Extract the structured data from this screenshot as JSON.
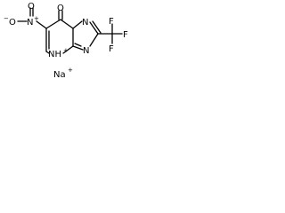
{
  "structure": {
    "nitro_o_minus": "O",
    "nitro_o_charge": "−",
    "nitro_n": "N",
    "nitro_n_charge": "+",
    "nitro_o_double": "O",
    "carbonyl_o": "O",
    "ring_n_right_top": "N",
    "ring_n_right_bottom": "N",
    "ring_nh": "NH",
    "ring_nh_charge": "+",
    "cf3_f_top": "F",
    "cf3_f_mid": "F",
    "cf3_f_bottom": "F"
  },
  "counterion": {
    "label": "Na",
    "charge": "+"
  }
}
